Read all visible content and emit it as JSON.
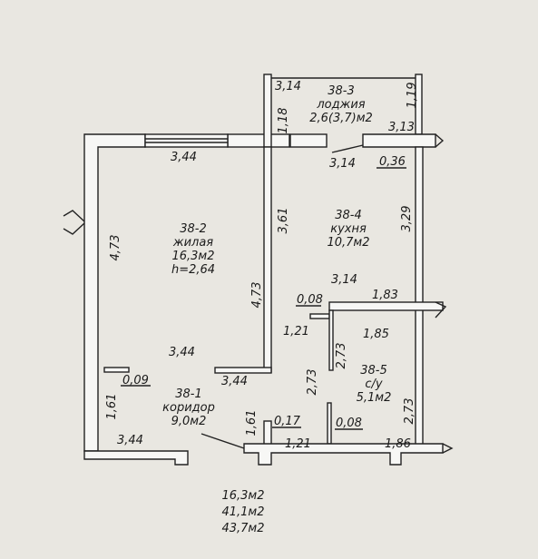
{
  "rooms": {
    "r2": {
      "id": "38-2",
      "name": "жилая",
      "area": "16,3м2",
      "height": "h=2,64"
    },
    "r3": {
      "id": "38-3",
      "name": "лоджия",
      "area": "2,6(3,7)м2"
    },
    "r4": {
      "id": "38-4",
      "name": "кухня",
      "area": "10,7м2"
    },
    "r1": {
      "id": "38-1",
      "name": "коридор",
      "area": "9,0м2"
    },
    "r5": {
      "id": "38-5",
      "name": "с/у",
      "area": "5,1м2"
    }
  },
  "dims": {
    "d314a": "3,14",
    "d119": "1,19",
    "d118": "1,18",
    "d313": "3,13",
    "d344top": "3,44",
    "d314b": "3,14",
    "d036": "0,36",
    "d361": "3,61",
    "d329": "3,29",
    "d473left": "4,73",
    "d473mid": "4,73",
    "d314c": "3,14",
    "d008a": "0,08",
    "d183": "1,83",
    "d121a": "1,21",
    "d185": "1,85",
    "d344mid": "3,44",
    "d273a": "2,73",
    "d273b": "2,73",
    "d273c": "2,73",
    "d009": "0,09",
    "d344hall": "3,44",
    "d161a": "1,61",
    "d161b": "1,61",
    "d017": "0,17",
    "d008b": "0,08",
    "d344bot": "3,44",
    "d121b": "1,21",
    "d186": "1,86"
  },
  "totals": {
    "living": "16,3м2",
    "usable": "41,1м2",
    "total": "43,7м2"
  },
  "colors": {
    "background": "#e9e7e1",
    "wall": "#f7f7f5",
    "line": "#222222"
  }
}
